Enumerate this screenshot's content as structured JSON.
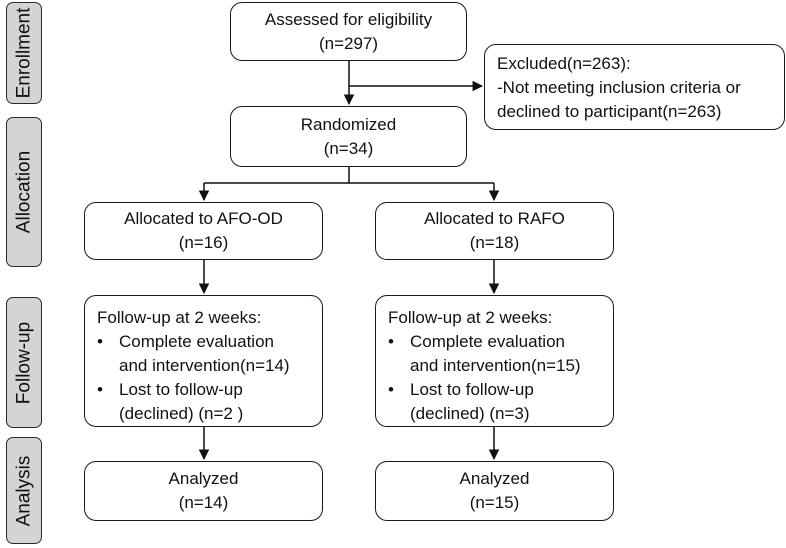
{
  "stages": {
    "enrollment": "Enrollment",
    "allocation": "Allocation",
    "followup": "Follow-up",
    "analysis": "Analysis"
  },
  "assessed": {
    "line1": "Assessed for eligibility",
    "line2": "(n=297)"
  },
  "excluded": {
    "line1": "Excluded(n=263):",
    "line2": "-Not meeting inclusion criteria or",
    "line3": "declined to participant(n=263)"
  },
  "randomized": {
    "line1": "Randomized",
    "line2": "(n=34)"
  },
  "arm_left": {
    "allocated_line1": "Allocated to AFO-OD",
    "allocated_line2": "(n=16)",
    "followup_title": "Follow-up at 2 weeks:",
    "bullet": "•",
    "item1_line1": "Complete evaluation",
    "item1_line2": "and intervention(n=14)",
    "item2_line1": "Lost to follow-up",
    "item2_line2": "(declined) (n=2 )",
    "analyzed_line1": "Analyzed",
    "analyzed_line2": "(n=14)"
  },
  "arm_right": {
    "allocated_line1": "Allocated to RAFO",
    "allocated_line2": "(n=18)",
    "followup_title": "Follow-up at 2 weeks:",
    "bullet": "•",
    "item1_line1": "Complete evaluation",
    "item1_line2": "and intervention(n=15)",
    "item2_line1": "Lost to follow-up",
    "item2_line2": "(declined) (n=3)",
    "analyzed_line1": "Analyzed",
    "analyzed_line2": "(n=15)"
  }
}
